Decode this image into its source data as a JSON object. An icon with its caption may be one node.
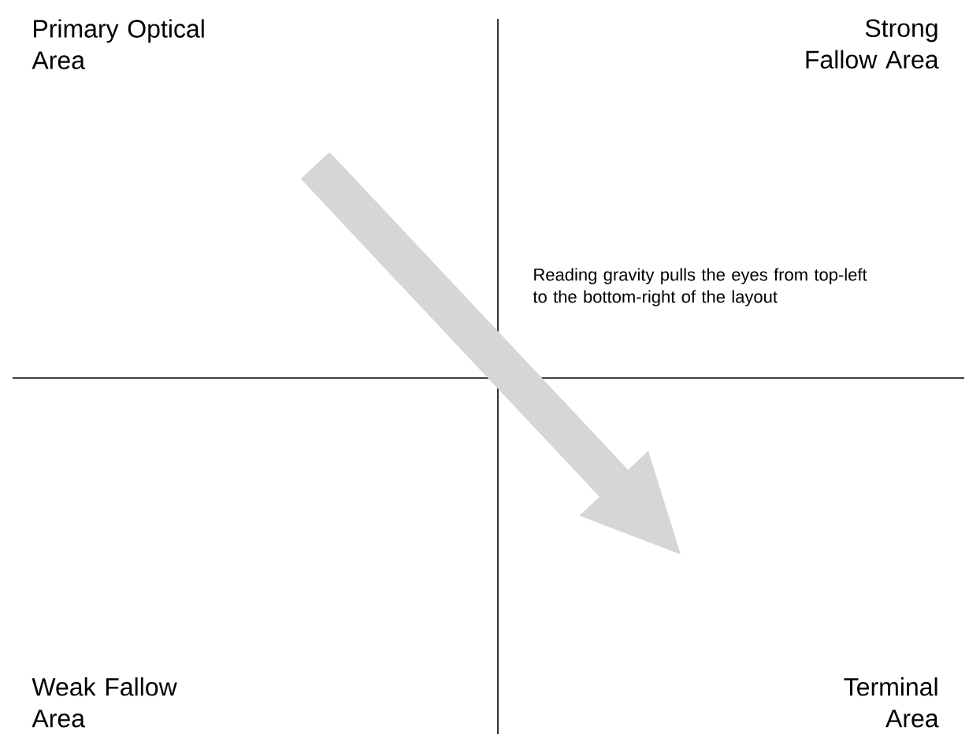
{
  "diagram": {
    "labels": [
      "Primary Optical Area",
      "Strong Fallow Area",
      "Reading gravity pulls the eyes from top-left to the bottom-right of the layout",
      "Weak Fallow Area",
      "Terminal Area"
    ]
  }
}
